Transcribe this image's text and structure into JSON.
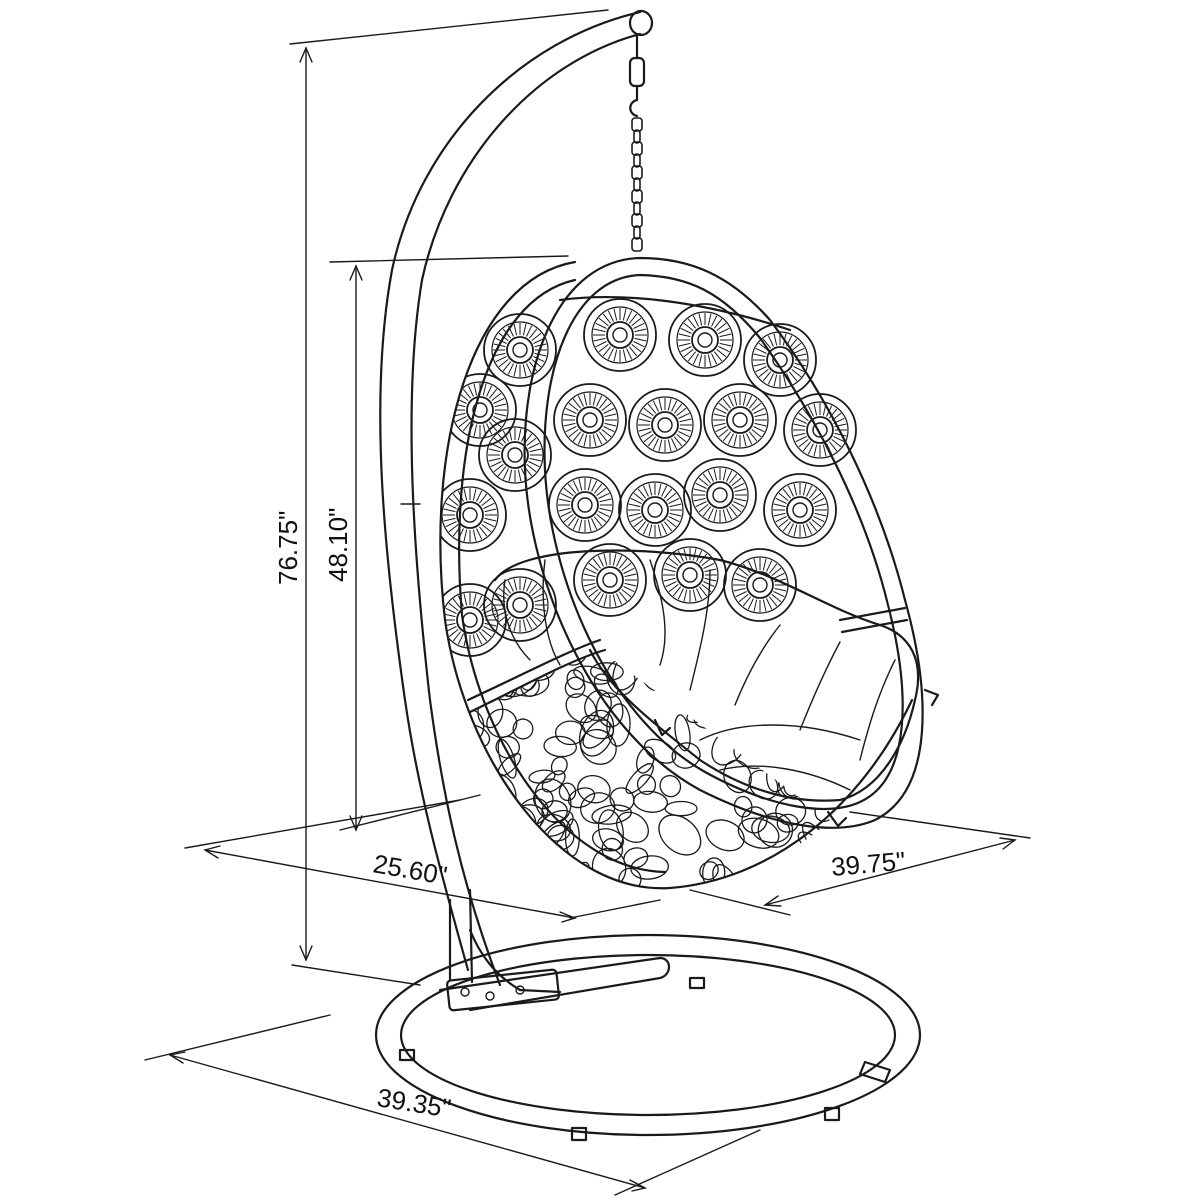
{
  "dimensions": {
    "total_height": "76.75\"",
    "chair_height": "48.10\"",
    "chair_depth": "25.60\"",
    "chair_width": "39.75\"",
    "base_diameter": "39.35\""
  },
  "colors": {
    "line": "#1a1a1a",
    "background": "#ffffff"
  }
}
